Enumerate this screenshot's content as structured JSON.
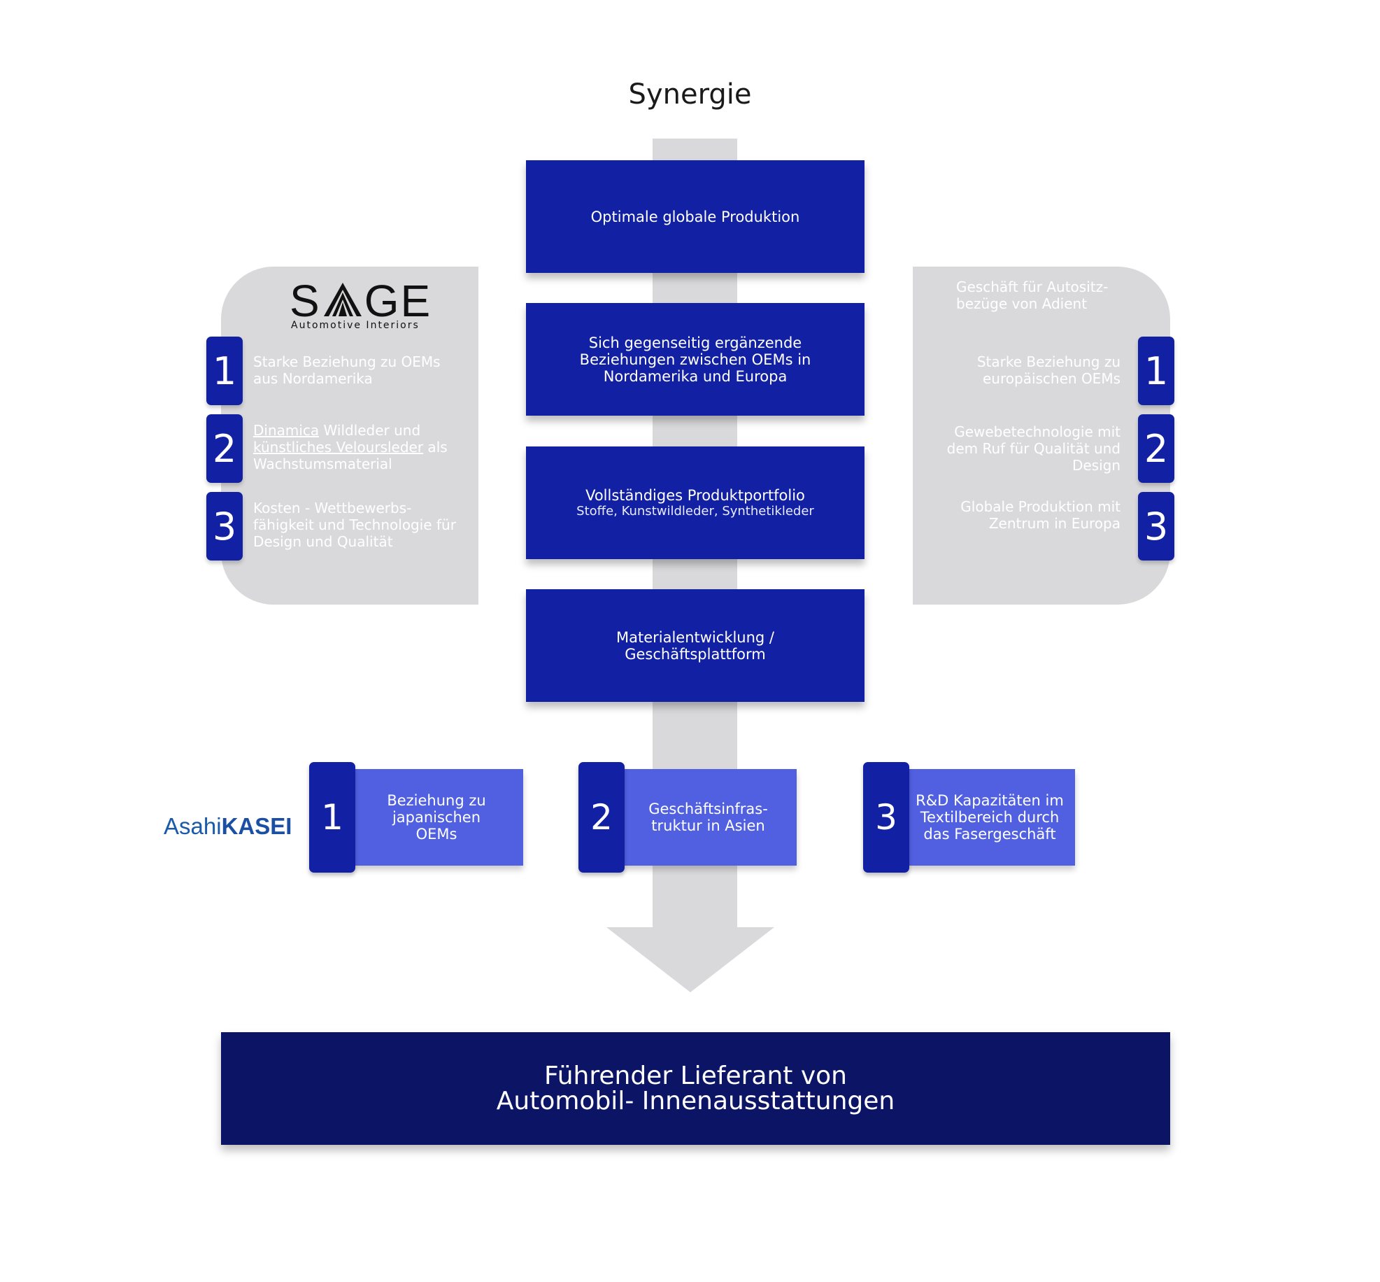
{
  "title": "Synergie",
  "stages": [
    {
      "text": "Optimale globale Produktion"
    },
    {
      "text": "Sich gegenseitig ergänzende Beziehungen zwischen OEMs in Nordamerika und Europa"
    },
    {
      "text": "Vollständiges Produktportfolio",
      "sub": "Stoffe, Kunstwildleder, Synthetikleder"
    },
    {
      "text": "Materialentwicklung / Geschäftsplattform"
    }
  ],
  "left_panel": {
    "logo": {
      "word": "SAGE",
      "subtitle": "Automotive Interiors"
    },
    "items": [
      {
        "num": "1",
        "text": "Starke Beziehung zu OEMs aus Nordamerika"
      },
      {
        "num": "2",
        "link1": "Dinamica",
        "mid": " Wildleder und ",
        "link2": "künstliches Veloursleder",
        "end": " als Wachstumsmaterial"
      },
      {
        "num": "3",
        "text": "Kosten - Wettbewerbs-fähigkeit und Technologie für Design und Qualität"
      }
    ]
  },
  "right_panel": {
    "heading": "Geschäft für Autositz-bezüge von Adient",
    "items": [
      {
        "num": "1",
        "text": "Starke Beziehung zu europäischen OEMs"
      },
      {
        "num": "2",
        "text": "Gewebetechnologie mit dem Ruf für Qualität und Design"
      },
      {
        "num": "3",
        "text": "Globale Produktion mit Zentrum in Europa"
      }
    ]
  },
  "asahi": {
    "logo": {
      "part1": "Asahi",
      "part2": "KASEI"
    },
    "items": [
      {
        "num": "1",
        "text": "Beziehung zu japanischen OEMs"
      },
      {
        "num": "2",
        "text": "Geschäftsinfras-truktur in Asien"
      },
      {
        "num": "3",
        "text": "R&D Kapazitäten im Textilbereich durch das Fasergeschäft"
      }
    ]
  },
  "result": {
    "line1": "Führender Lieferant von",
    "line2": "Automobil- Innenausstattungen"
  },
  "colors": {
    "stage": "#1221a3",
    "card": "#5060e0",
    "result": "#0c1466",
    "panel": "#d9d9db",
    "arrow": "#d9d9db",
    "asahi_logo": "#1b5aa8"
  }
}
